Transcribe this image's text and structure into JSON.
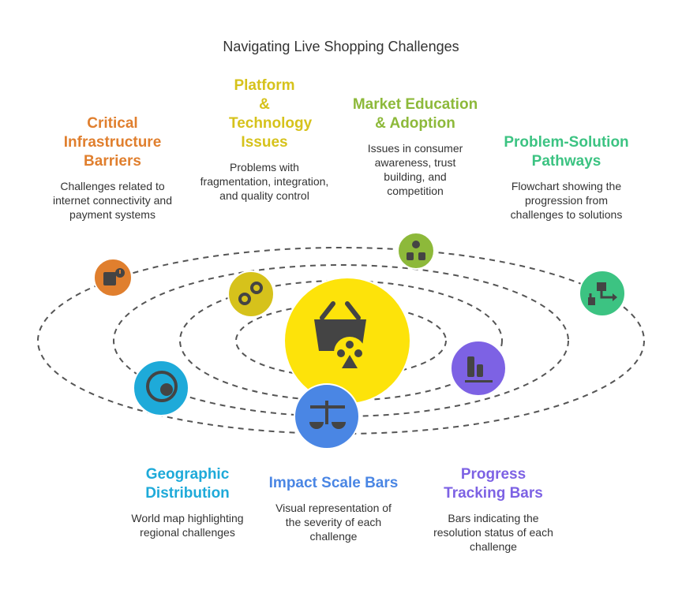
{
  "title": "Navigating Live Shopping Challenges",
  "items": [
    {
      "heading": "Critical Infrastructure Barriers",
      "description": "Challenges related to internet connectivity and payment systems",
      "color": "#E07F2E",
      "icon": "warning-document-icon"
    },
    {
      "heading": "Platform & Technology Issues",
      "description": "Problems with fragmentation, integration, and quality control",
      "color": "#D6C21B",
      "icon": "gears-icon"
    },
    {
      "heading": "Market Education & Adoption",
      "description": "Issues in consumer awareness, trust building, and competition",
      "color": "#8DB93A",
      "icon": "people-network-icon"
    },
    {
      "heading": "Problem-Solution Pathways",
      "description": "Flowchart showing the progression from challenges to solutions",
      "color": "#3CC382",
      "icon": "flowchart-icon"
    },
    {
      "heading": "Geographic Distribution",
      "description": "World map highlighting regional challenges",
      "color": "#1EAAD9",
      "icon": "globe-icon"
    },
    {
      "heading": "Impact Scale Bars",
      "description": "Visual representation of the severity of each challenge",
      "color": "#4A86E4",
      "icon": "scale-icon"
    },
    {
      "heading": "Progress Tracking Bars",
      "description": "Bars indicating the resolution status of each challenge",
      "color": "#7D62E4",
      "icon": "bar-chart-icon"
    }
  ],
  "center": {
    "color": "#FDE30A",
    "icon": "shopping-basket-icon"
  }
}
